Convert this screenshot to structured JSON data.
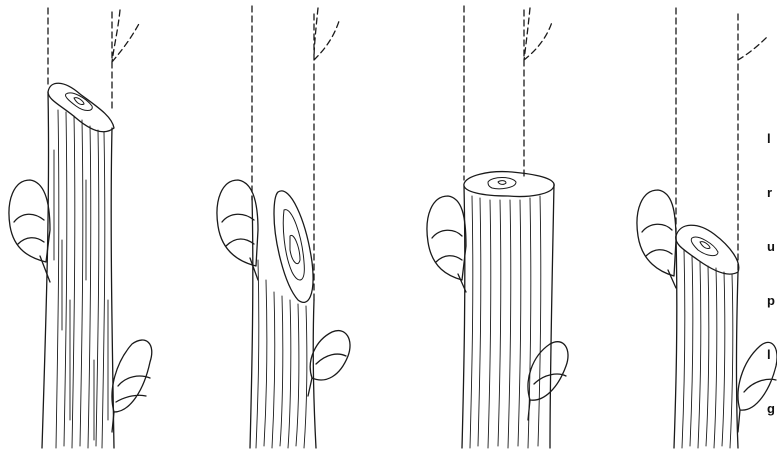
{
  "colors": {
    "ink": "#1a1a1a",
    "background": "#ffffff"
  },
  "panels": [
    {
      "id": "panel-1",
      "cut": "long-slant-above-bud"
    },
    {
      "id": "panel-2",
      "cut": "slant-toward-bud"
    },
    {
      "id": "panel-3",
      "cut": "flat-too-high"
    },
    {
      "id": "panel-4",
      "cut": "correct-slant-close-to-bud"
    }
  ],
  "caption_fragment": [
    "l",
    "r",
    "u",
    "p",
    "l",
    "g"
  ]
}
